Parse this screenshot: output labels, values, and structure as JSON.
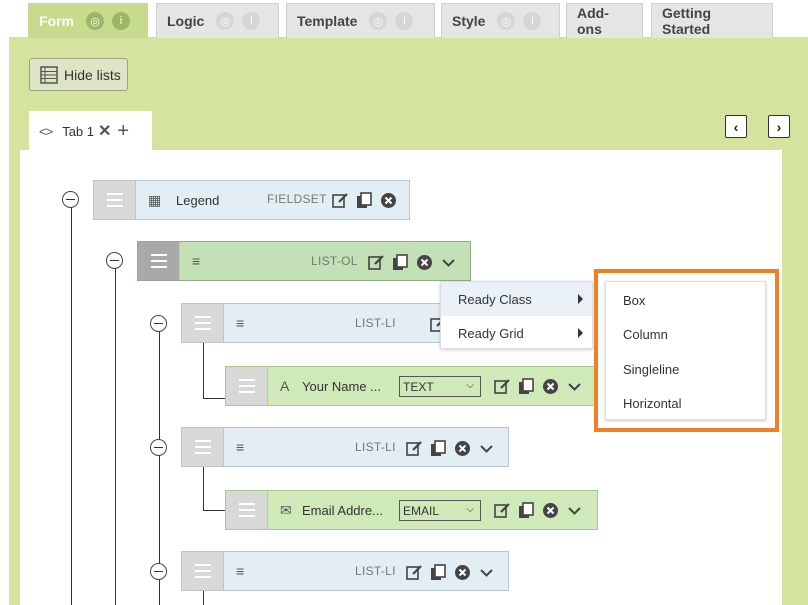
{
  "top_tabs": [
    {
      "label": "Form",
      "active": true
    },
    {
      "label": "Logic"
    },
    {
      "label": "Template"
    },
    {
      "label": "Style"
    },
    {
      "label": "Add-ons"
    },
    {
      "label": "Getting Started"
    }
  ],
  "hide_lists_label": "Hide lists",
  "form_tab": {
    "label": "Tab 1"
  },
  "nodes": {
    "legend": {
      "label": "Legend",
      "type": "FIELDSET"
    },
    "list_ol": {
      "type": "LIST-OL"
    },
    "list_li_1": {
      "type": "LIST-LI"
    },
    "your_name": {
      "label": "Your Name ...",
      "select": "TEXT"
    },
    "list_li_2": {
      "type": "LIST-LI"
    },
    "email": {
      "label": "Email Addre...",
      "select": "EMAIL"
    },
    "list_li_3": {
      "type": "LIST-LI"
    }
  },
  "context_menu": [
    "Ready Class",
    "Ready Grid"
  ],
  "submenu": [
    "Box",
    "Column",
    "Singleline",
    "Horizontal"
  ],
  "colors": {
    "highlight": "#f07f25",
    "workspace": "#d4e39e",
    "active_tab": "#c6db8e"
  }
}
